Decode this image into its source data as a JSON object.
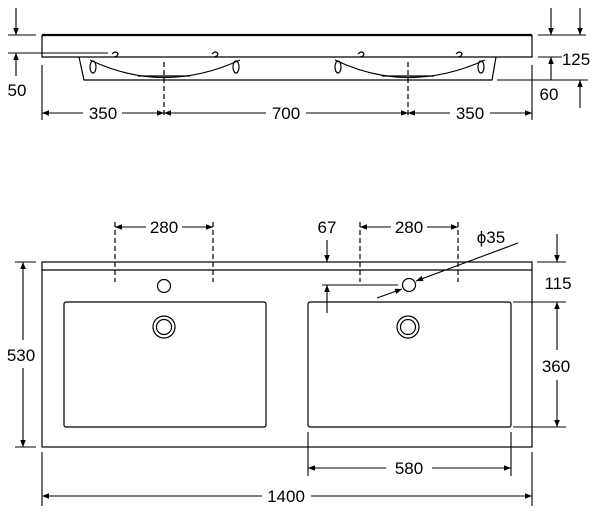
{
  "title": "Double washbasin dimension drawing",
  "side_view": {
    "dims": {
      "overflow_height": "50",
      "slab_height": "125",
      "bowl_depth": "60",
      "left_offset": "350",
      "center_distance": "700",
      "right_offset": "350"
    }
  },
  "top_view": {
    "dims": {
      "tap_spacing_left": "280",
      "tap_spacing_right": "280",
      "tap_hole_offset": "67",
      "tap_hole_diameter": "ϕ35",
      "front_to_bowl": "115",
      "bowl_depth": "360",
      "depth": "530",
      "bowl_width": "580",
      "total_width": "1400"
    }
  },
  "colors": {
    "line": "#000000",
    "background": "#ffffff"
  }
}
